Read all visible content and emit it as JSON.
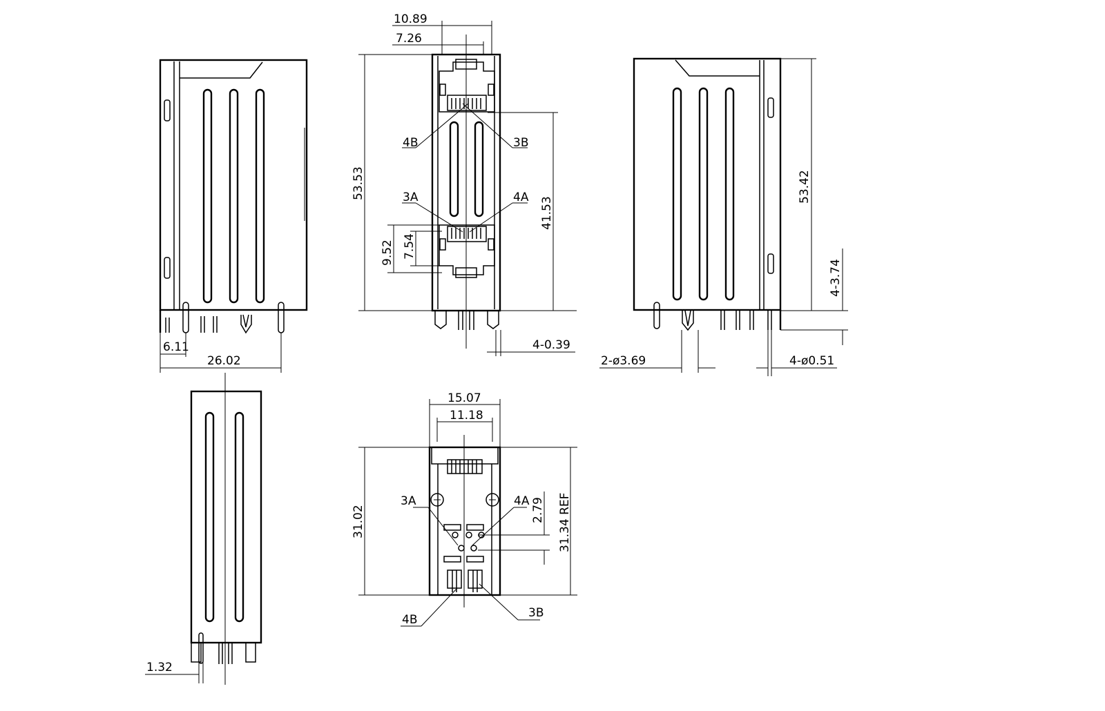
{
  "drawing": {
    "side_view_left": {
      "dims": {
        "offset": "6.11",
        "width": "26.02"
      }
    },
    "front_view": {
      "dims": {
        "top_outer": "10.89",
        "top_inner": "7.26",
        "height": "53.53",
        "port_spacing": "41.53",
        "port_outer": "9.52",
        "port_inner": "7.54",
        "pin_dia": "4-0.39"
      },
      "labels": {
        "l4b": "4B",
        "l3b": "3B",
        "l3a": "3A",
        "l4a": "4A"
      }
    },
    "side_view_right": {
      "dims": {
        "height": "53.42",
        "pin_len": "4-3.74",
        "peg_dia": "2-ø3.69",
        "pin_dia": "4-ø0.51"
      }
    },
    "end_view": {
      "dims": {
        "pin_offset": "1.32"
      }
    },
    "bottom_view": {
      "dims": {
        "width_outer": "15.07",
        "width_inner": "11.18",
        "depth": "31.02",
        "depth_ref": "31.34 REF",
        "hole_offset": "2.79"
      },
      "labels": {
        "l3a": "3A",
        "l4a": "4A",
        "l4b": "4B",
        "l3b": "3B"
      }
    }
  }
}
